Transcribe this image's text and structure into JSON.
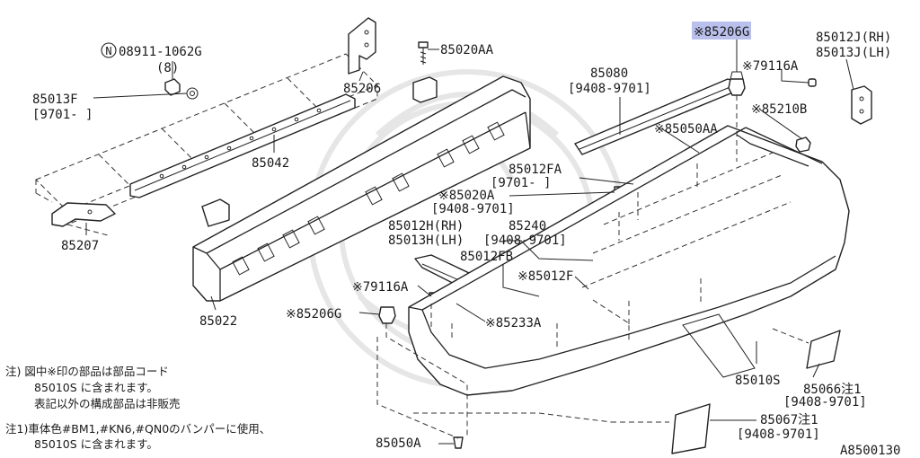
{
  "labels": {
    "p08911": "08911-1062G",
    "p08911_qty": "(8)",
    "p85013F": "85013F",
    "p85013F_range": "[9701-     ]",
    "p85206_top": "85206",
    "p85042": "85042",
    "p85207": "85207",
    "p85022": "85022",
    "p85020AA": "85020AA",
    "p85080": "85080",
    "p85080_range": "[9408-9701]",
    "p85206G_hl": "※85206G",
    "p85012J": "85012J(RH)",
    "p85013J": "85013J(LH)",
    "p79116A_r": "※79116A",
    "p85210B": "※85210B",
    "p85050AA": "※85050AA",
    "p85012FA": "85012FA",
    "p85012FA_range": "[9701-     ]",
    "p85020A": "※85020A",
    "p85020A_range": "[9408-9701]",
    "p85012H": "85012H(RH)",
    "p85013H": "85013H(LH)",
    "p85240": "85240",
    "p85240_range": "[9408-9701]",
    "p85012FB": "85012FB",
    "p85012F": "※85012F",
    "p79116A_l": "※79116A",
    "p85206G_l": "※85206G",
    "p85233A": "※85233A",
    "p85010S": "85010S",
    "p85066": "85066注1",
    "p85066_range": "[9408-9701]",
    "p85067": "85067注1",
    "p85067_range": "[9408-9701]",
    "p85050A": "85050A",
    "diagram_id": "A8500130"
  },
  "notes": {
    "n1_line1": "注) 図中※印の部品は部品コード",
    "n1_line2": "85010S に含まれます。",
    "n1_line3": "表記以外の構成部品は非販売",
    "n2_line1": "注1)車体色#BM1,#KN6,#QN0のバンパーに使用、",
    "n2_line2": "85010S に含まれます。",
    "nut_symbol": "N"
  },
  "colors": {
    "highlight": "#b9c0ec",
    "line": "#222222"
  }
}
